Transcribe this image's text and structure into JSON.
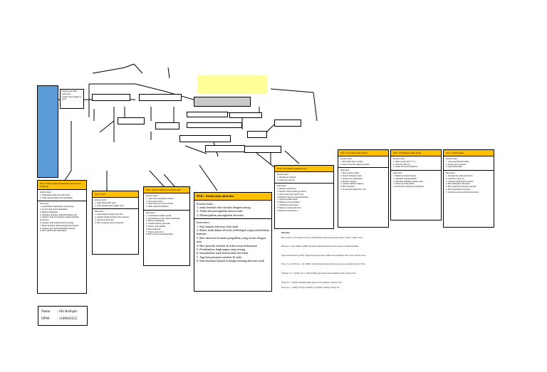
{
  "left_box": {
    "text": [
      "Pengawasan fisik",
      "pada anak",
      "selama satu minggu (3 hari)"
    ]
  },
  "cards": [
    {
      "title": "M.K : tidak terdapat kecemasan pada ibu dan orang tua",
      "criteria_label": "Kriteria hasil :",
      "criteria": [
        "1. Pemenuhan tidak ada psikologis",
        "2. Tidak ada perubahan ibu meningkat"
      ],
      "intervention_label": "Intervensi :",
      "interventions": [
        "1. pertahankan lingkungan yang tenang",
        "2. Isolasi anak sesuai kebutuhan",
        "3. Berikan dukungan",
        "4. Anjurkan keluarga untuk melibatkan diri",
        "5. Ajarkan anak dan keluarga tentang manfaat perawatan",
        "6. Ajarkan anak tentang metode koping",
        "7. Bantu keluarga untuk menjaga ketenangan",
        "8. Ajarkan agar anak melakukan kegiatan",
        "9. Beri sumber bila dibutuhkan"
      ]
    },
    {
      "title": "M.K : nyeri",
      "criteria_label": "Kriteria hasil :",
      "criteria": [
        "1. tidak mengalami nyeri",
        "2. dapat menentukan tingkat nyeri"
      ],
      "intervention_label": "Intervensi :",
      "interventions": [
        "1. kaji komplen dengan pada diri",
        "2. Ajarkan teknik distraksi dan relaksasi",
        "3. Ajarkan kontrol diri",
        "4. Beri analgetik sesuai ketentuan"
      ]
    },
    {
      "title": "M.K : Resiko infeksi pada tubuh anak",
      "criteria_label": "Kriteria hasil :",
      "criteria": [
        "1. anak tidak mengalami infeksi",
        "2. jalan nafas bebas",
        "3. anak bebas dari tanda infeksi",
        "4. tidak terjadi komplikasi"
      ],
      "intervention_label": "Intervensi :",
      "interventions": [
        "1. pertahankan teknik aseptik",
        "2. pertahankan isolasi sesuai kebutuhan",
        "3. Batasi pengunjung",
        "4. Lakukan kultur pada luka",
        "5. Pantau tanda infeksi",
        "6. Beri antibiotik",
        "7. Pantau tanda vital",
        "8. Beri nutrisi sesuai kebutuhan"
      ]
    },
    {
      "title": "M.K : Intoleransi aktivitas",
      "criteria_label": "Kriteria hasil :",
      "criteria": [
        "1. anak bermain dan istirahat dengan tenang",
        "2. Tidak ada peningkatan denyut nadi",
        "3. Menunjukkan peningkatan aktivitas"
      ],
      "intervention_label": "Intervensi :",
      "interventions": [
        "1. Kaji tingkat toleransi fisik anak",
        "2. Bantu anak dalam aktivitas kehidupan yang memerlukan bantuan",
        "3. Beri aktivitas bermain pengalihan yang sesuai dengan usia",
        "4. Beri periode istirahat & tidur sesuai kebutuhan",
        "5. Pertahankan lingkungan yang tenang",
        "6. Instruksikan anak beristirahat bila lelah",
        "7. Jaga kenyamanan istirahat & tidur",
        "8. Informasikan kepada keluarga tentang aktivitas anak"
      ]
    },
    {
      "title": "M.K : Kerusakan pertukaran gas",
      "criteria_label": "Kriteria hasil :",
      "criteria": [
        "1. Oksigenasi adekuat",
        "2. Tidak ada sianosis"
      ],
      "intervention_label": "Intervensi :",
      "interventions": [
        "1. Monitor pernafasan",
        "2. Monitor hasil analisa gas darah",
        "3. Atur posisi anak semi fowler",
        "4. Berikan oksigen sesuai kebutuhan",
        "5. Ajarkan batuk efektif",
        "6. Berikan terapi nebulizer",
        "7. Auskultasi suara nafas",
        "8. Monitor tanda-tanda vital",
        "9. Berikan bronkodilator"
      ]
    },
    {
      "title": "M.K : Pola nafas tidak efektif",
      "criteria_label": "Kriteria hasil :",
      "criteria": [
        "1. RR dalam batas normal",
        "2. Dapat bernafas dengan nyaman"
      ],
      "intervention_label": "Intervensi :",
      "interventions": [
        "1. Beri posisi nyaman",
        "2. Pantau frekuensi nafas",
        "3. Pantau pola pernafasan",
        "4. Berikan oksigen",
        "5. Ajarkan teknik relaksasi",
        "6. Beri nebulizer",
        "7. Kolaborasi pemberian obat"
      ]
    },
    {
      "title": "M.K : Peningkatan suhu tubuh",
      "criteria_label": "Kriteria hasil :",
      "criteria": [
        "1. Suhu dalam (36-37 °C)",
        "2. Nadi 80-100 x/m",
        "3. Tidak ada tanda dehidrasi"
      ],
      "intervention_label": "Intervensi :",
      "interventions": [
        "1. Berikan kompres hangat",
        "2. Anjurkan banyak minum",
        "3. Anjurkan memakai pakaian tipis",
        "4. Observasi suhu tubuh",
        "5. Kolaborasi pemberian antipiretik"
      ]
    },
    {
      "title": "M.K : Takut/Cemas",
      "criteria_label": "Kriteria hasil :",
      "criteria": [
        "1. Ada penerimaan kondisi",
        "2. Orang tua kooperatif",
        "3. Anak tidak takut"
      ],
      "intervention_label": "Intervensi :",
      "interventions": [
        "1. Jelaskan prosedur perawatan",
        "2. Libatkan orang tua",
        "3. Ciptakan lingkungan nyaman",
        "4. Beri dukungan emosional",
        "5. Beri penjelasan tentang penyakit",
        "6. Beri kesempatan bertanya",
        "7. Libatkan keluarga dalam perawatan"
      ]
    }
  ],
  "name_box": {
    "name_label": "Nama",
    "name_value": ": Siti Rofiqah",
    "npm_label": "NPM",
    "npm_value": ": 1106043255"
  },
  "references": {
    "heading": "Referensi",
    "items": [
      "Betz Cecily L. & Sowden, Linda A. (2009). Buku saku keperawatan pediatri. Edisi 5. Jakarta: EGC.",
      "Hidayat, A. Aziz Alimul. (2008). Pengantar ilmu keperawatan anak. Jakarta: Salemba Medika.",
      "Nanda International. (2012). Diagnosis keperawatan: definisi dan klasifikasi 2012-2014. Jakarta: EGC.",
      "Price, S. A. & Wilson, L. M. (2006). Patofisiologi konsep klinis proses-proses penyakit. Jakarta: EGC.",
      "Smeltzer, S. C. & Bare, B. G. (2002). Buku ajar keperawatan medikal bedah. Jakarta: EGC.",
      "Wong, D. L. (2004). Pedoman klinis keperawatan pediatrik. Jakarta: EGC.",
      "Wong, D. L. (2009). Wong's essentials of pediatric nursing. Mosby Inc."
    ]
  },
  "colors": {
    "header_fill": "#ffc000",
    "body_fill": "#ffffff",
    "left_box_fill": "#5b9bd5",
    "highlight_box": "#ffff99",
    "stroke": "#000000"
  }
}
